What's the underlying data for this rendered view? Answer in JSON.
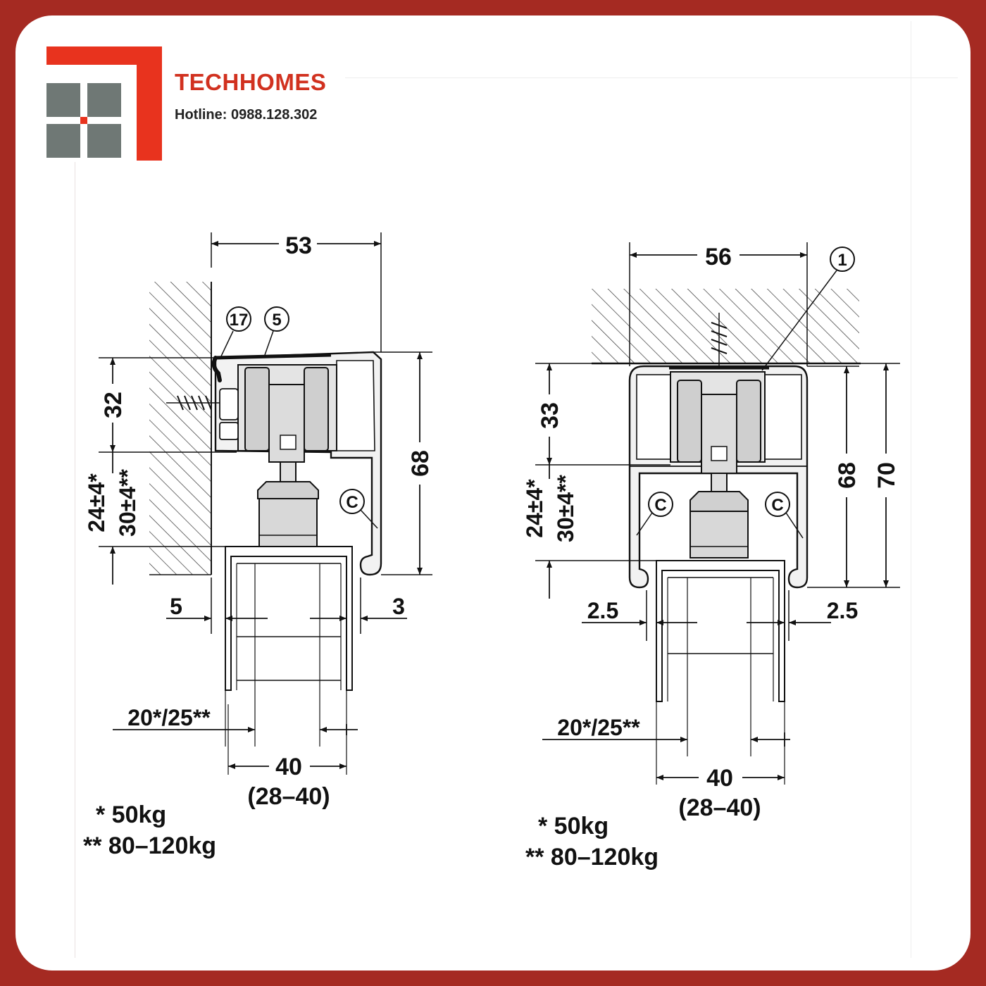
{
  "brand": {
    "name": "TECHHOMES",
    "hotline": "Hotline: 0988.128.302",
    "colors": {
      "red": "#d1311f",
      "grey": "#6f7875",
      "frame": "#a52a22"
    }
  },
  "left": {
    "dim_top": "53",
    "callout_a": "17",
    "callout_b": "5",
    "callout_c": "C",
    "dim_32": "32",
    "dim_24": "24±4*",
    "dim_30": "30±4**",
    "dim_68": "68",
    "dim_5": "5",
    "dim_3": "3",
    "dim_2025": "20*/25**",
    "dim_40": "40",
    "dim_range": "(28–40)",
    "note1": "* 50kg",
    "note2": "** 80–120kg"
  },
  "right": {
    "dim_top": "56",
    "callout_1": "1",
    "callout_c": "C",
    "dim_33": "33",
    "dim_24": "24±4*",
    "dim_30": "30±4**",
    "dim_68": "68",
    "dim_70": "70",
    "dim_25a": "2.5",
    "dim_25b": "2.5",
    "dim_2025": "20*/25**",
    "dim_40": "40",
    "dim_range": "(28–40)",
    "note1": "* 50kg",
    "note2": "** 80–120kg"
  }
}
